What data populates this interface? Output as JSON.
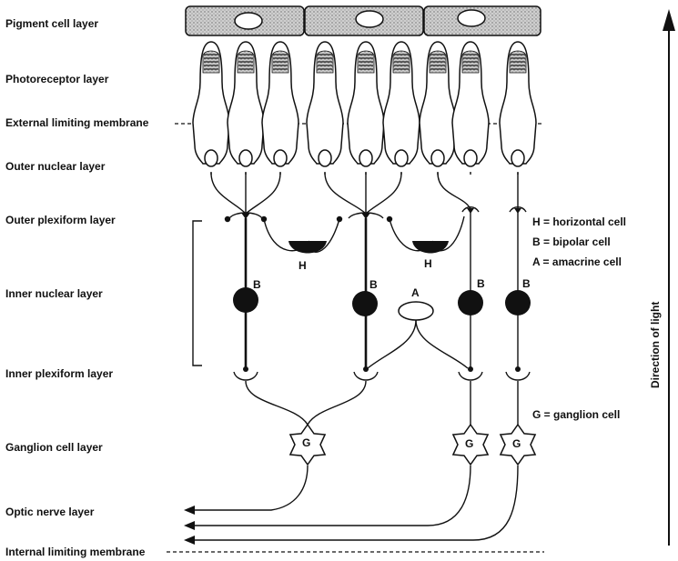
{
  "layers": [
    {
      "label": "Pigment cell layer"
    },
    {
      "label": "Photoreceptor layer"
    },
    {
      "label": "External limiting membrane"
    },
    {
      "label": "Outer nuclear layer"
    },
    {
      "label": "Outer plexiform layer"
    },
    {
      "label": "Inner nuclear layer"
    },
    {
      "label": "Inner plexiform layer"
    },
    {
      "label": "Ganglion cell layer"
    },
    {
      "label": "Optic nerve layer"
    },
    {
      "label": "Internal limiting membrane"
    }
  ],
  "legend": {
    "horizontal": "H = horizontal cell",
    "bipolar": "B = bipolar cell",
    "amacrine": "A = amacrine cell",
    "ganglion": "G = ganglion cell"
  },
  "cell_letters": {
    "horizontal": "H",
    "bipolar": "B",
    "amacrine": "A",
    "ganglion": "G"
  },
  "direction_label": "Direction of light"
}
